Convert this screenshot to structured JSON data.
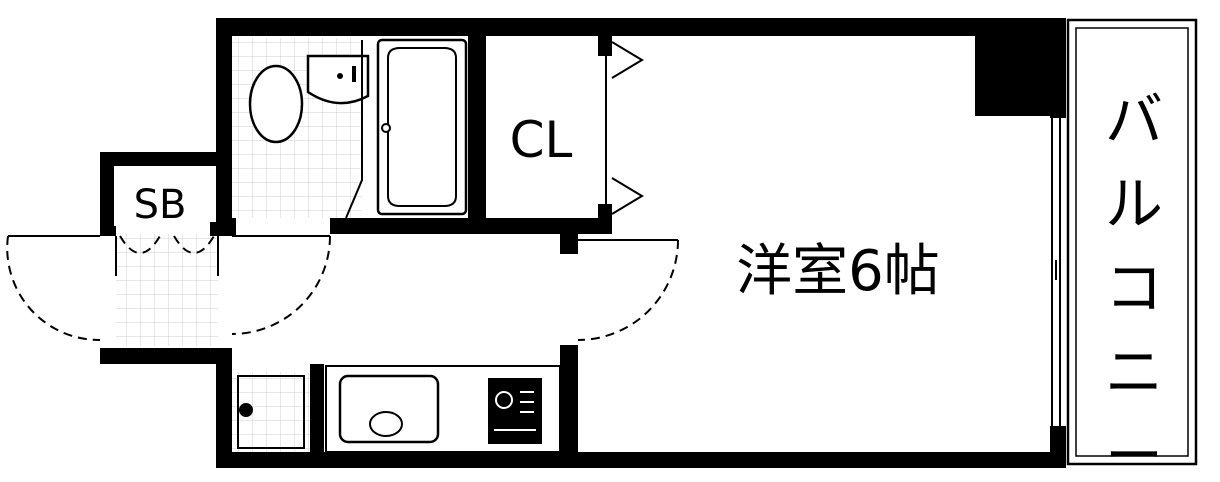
{
  "rooms": {
    "shoe_box": "SB",
    "closet": "CL",
    "western_room": "洋室6帖",
    "balcony": "バルコニー"
  },
  "colors": {
    "wall": "#000000",
    "background": "#ffffff",
    "tile_grid": "#c8c8c8"
  }
}
